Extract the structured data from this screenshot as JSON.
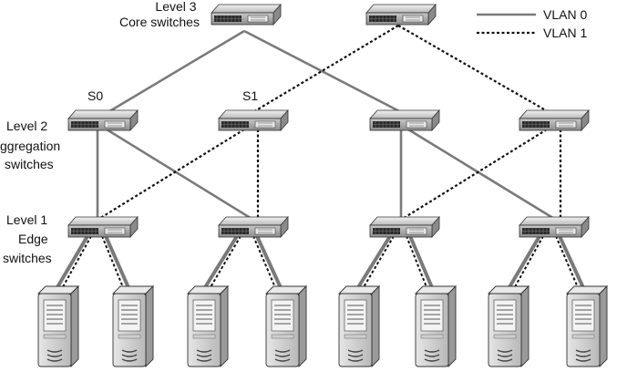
{
  "levels": {
    "level3": {
      "line1": "Level 3",
      "line2": "Core switches"
    },
    "level2": {
      "line1": "Level 2",
      "line2": "ggregation",
      "line3": "switches"
    },
    "level1": {
      "line1": "Level 1",
      "line2": "Edge",
      "line3": "switches"
    }
  },
  "switch_labels": {
    "s0": "S0",
    "s1": "S1"
  },
  "legend": {
    "vlan0": "VLAN 0",
    "vlan1": "VLAN 1"
  },
  "colors": {
    "vlan0": "#7a7a7a",
    "vlan1": "#111111"
  },
  "icons": {
    "switch": "network-switch-icon",
    "server": "server-tower-icon"
  }
}
